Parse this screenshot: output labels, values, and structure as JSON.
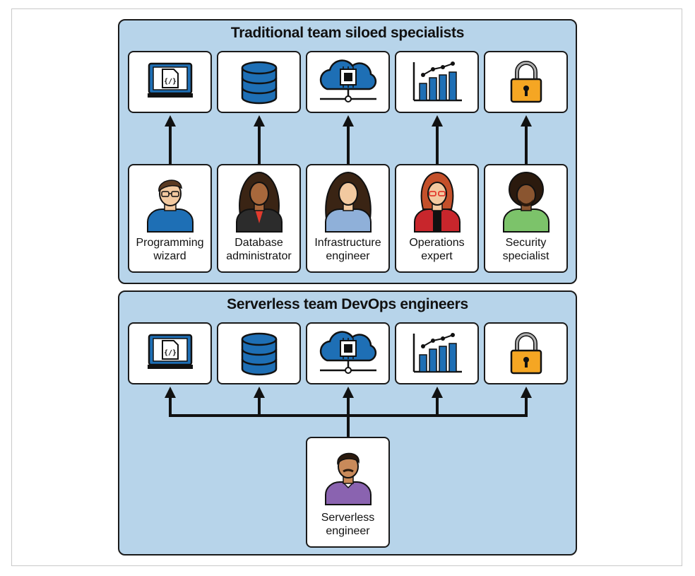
{
  "top_panel": {
    "title": "Traditional team siloed specialists",
    "tools": [
      {
        "icon": "code-monitor-icon"
      },
      {
        "icon": "database-icon"
      },
      {
        "icon": "cloud-chip-icon"
      },
      {
        "icon": "bar-chart-icon"
      },
      {
        "icon": "padlock-icon"
      }
    ],
    "people": [
      {
        "line1": "Programming",
        "line2": "wizard",
        "icon": "programmer-avatar-icon"
      },
      {
        "line1": "Database",
        "line2": "administrator",
        "icon": "dba-avatar-icon"
      },
      {
        "line1": "Infrastructure",
        "line2": "engineer",
        "icon": "infra-engineer-avatar-icon"
      },
      {
        "line1": "Operations",
        "line2": "expert",
        "icon": "ops-expert-avatar-icon"
      },
      {
        "line1": "Security",
        "line2": "specialist",
        "icon": "security-specialist-avatar-icon"
      }
    ]
  },
  "bottom_panel": {
    "title": "Serverless team DevOps engineers",
    "tools": [
      {
        "icon": "code-monitor-icon"
      },
      {
        "icon": "database-icon"
      },
      {
        "icon": "cloud-chip-icon"
      },
      {
        "icon": "bar-chart-icon"
      },
      {
        "icon": "padlock-icon"
      }
    ],
    "person": {
      "line1": "Serverless",
      "line2": "engineer",
      "icon": "serverless-engineer-avatar-icon"
    }
  },
  "colors": {
    "panel_bg": "#b7d4ea",
    "accent_blue": "#1e6fb5",
    "lock_orange": "#f5a623",
    "border": "#1a1a1a"
  }
}
